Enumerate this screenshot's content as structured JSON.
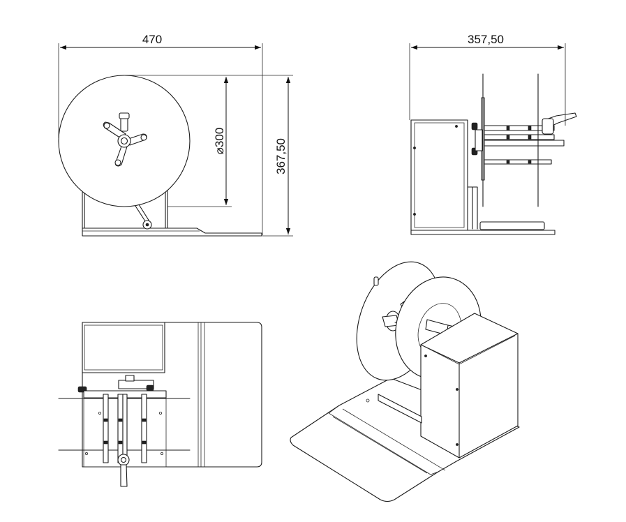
{
  "dimensions": {
    "front_width": "470",
    "front_height": "367,50",
    "reel_diameter": "300",
    "diameter_symbol": "⌀",
    "side_width": "357,50"
  }
}
